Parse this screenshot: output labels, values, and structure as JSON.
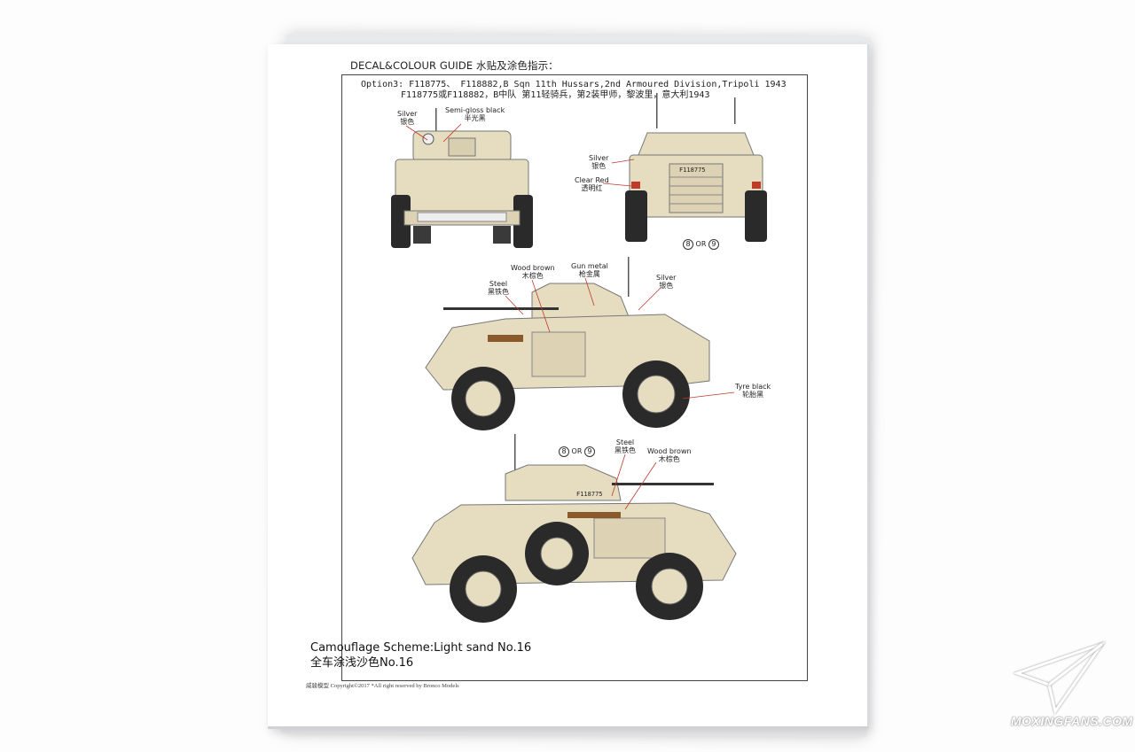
{
  "guide": {
    "title": "DECAL&COLOUR GUIDE 水贴及涂色指示：",
    "option_line1": "Option3:  F118775、 F118882,B Sqn 11th Hussars,2nd Armoured Division,Tripoli 1943",
    "option_line2": "F118775或F118882，B中队 第11轻骑兵，第2装甲师，黎波里，意大利1943"
  },
  "labels": {
    "silver_front_en": "Silver",
    "silver_front_cn": "银色",
    "semigloss_en": "Semi-gloss black",
    "semigloss_cn": "半光黑",
    "silver_rear_en": "Silver",
    "silver_rear_cn": "银色",
    "clearred_en": "Clear Red",
    "clearred_cn": "透明红",
    "decal_a": "8",
    "decal_or": "OR",
    "decal_b": "9",
    "steel_left_en": "Steel",
    "steel_left_cn": "黑铁色",
    "woodbrown_left_en": "Wood brown",
    "woodbrown_left_cn": "木棕色",
    "gunmetal_en": "Gun metal",
    "gunmetal_cn": "枪金属",
    "silver_side_en": "Silver",
    "silver_side_cn": "银色",
    "tyre_en": "Tyre black",
    "tyre_cn": "轮胎黑",
    "steel_right_en": "Steel",
    "steel_right_cn": "黑铁色",
    "woodbrown_right_en": "Wood brown",
    "woodbrown_right_cn": "木棕色",
    "serial": "F118775"
  },
  "camouflage": {
    "line_en": "Camouflage Scheme:Light sand No.16",
    "line_cn": "全车涂浅沙色No.16"
  },
  "footer": {
    "copyright": "威骏模型   Copyright©2017  *All right reserved by Bronco Models"
  },
  "watermark": {
    "brand": "MOXINGFANS.COM"
  },
  "colors": {
    "sand": "#e6dcbf",
    "sand_dark": "#c9bd98",
    "tyre": "#2a2a2a",
    "leader": "#c0392b"
  }
}
